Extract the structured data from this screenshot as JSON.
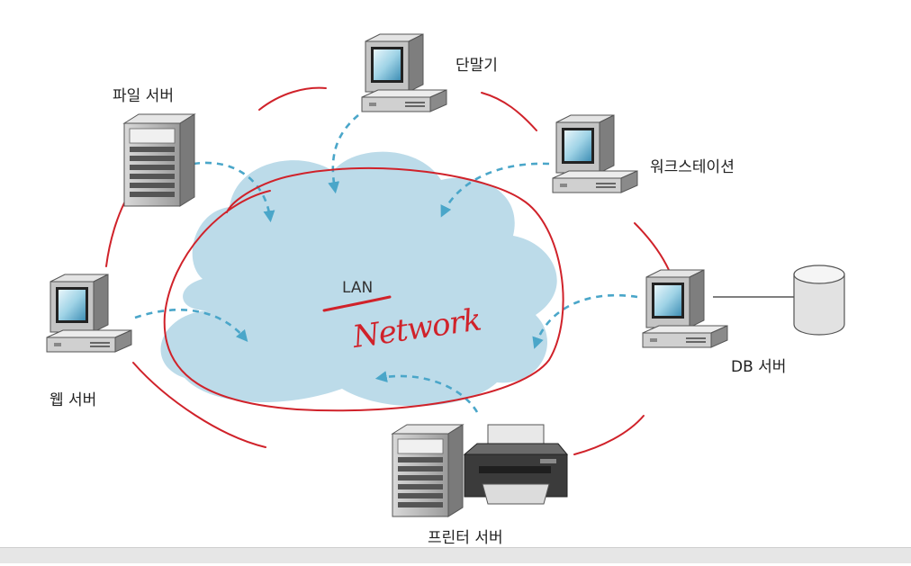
{
  "nodes": {
    "file_server": "파일 서버",
    "terminal": "단말기",
    "workstation": "워크스테이션",
    "web_server": "웹 서버",
    "db_server": "DB 서버",
    "printer_server": "프린터 서버"
  },
  "cloud": {
    "label": "LAN",
    "annotation": "Network"
  },
  "colors": {
    "cloud": "#bcdbe9",
    "arrow": "#4aa6c9",
    "annotation": "#d0222a"
  }
}
